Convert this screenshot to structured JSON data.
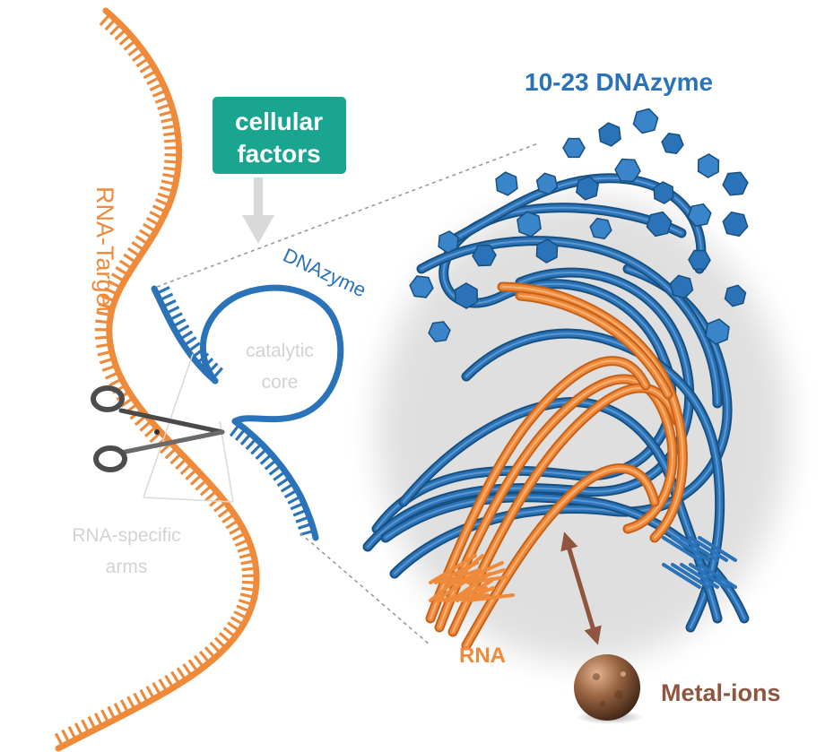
{
  "labels": {
    "title": "10-23 DNAzyme",
    "cellular_factors_line1": "cellular",
    "cellular_factors_line2": "factors",
    "dnazyme": "DNAzyme",
    "rna_target": "RNA-Target",
    "catalytic_line1": "catalytic",
    "catalytic_line2": "core",
    "arms_line1": "RNA-specific",
    "arms_line2": "arms",
    "rna": "RNA",
    "metal_ions": "Metal-ions"
  },
  "colors": {
    "orange": "#ef8a3a",
    "orange_dark": "#c4611a",
    "blue": "#2b73b8",
    "blue_dark": "#17507f",
    "teal": "#1aa591",
    "grey_light": "#d9d9d9",
    "grey_text": "#d3d3d3",
    "brown": "#8f553f",
    "copper": "#8a5a3c"
  },
  "icons": {
    "scissors": "scissors-icon",
    "arrow_down": "arrow-down-icon",
    "double_arrow": "double-arrow-icon",
    "metal_sphere": "metal-ion-sphere"
  }
}
